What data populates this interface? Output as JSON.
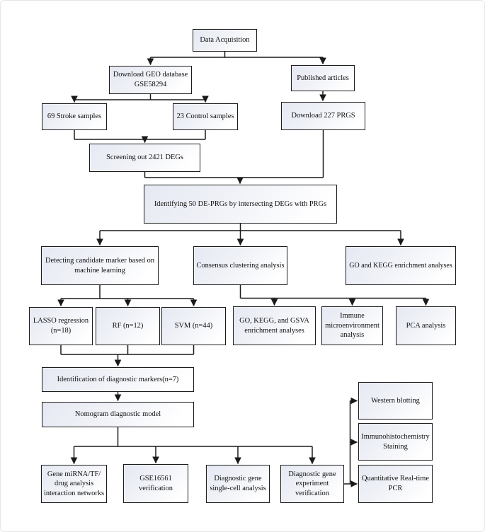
{
  "diagram": {
    "type": "flowchart",
    "colors": {
      "line": "#1a1a1a",
      "box_border": "#1c1c1c",
      "box_fill_top": "#e6e9f2",
      "box_fill_bottom": "#ffffff",
      "background": "#ffffff",
      "frame_border": "#e6e6e6",
      "text": "#111111"
    },
    "nodes": [
      {
        "id": "data-acquisition",
        "label": "Data Acquisition"
      },
      {
        "id": "geo-database",
        "label": "Download GEO database\nGSE58294"
      },
      {
        "id": "published-articles",
        "label": "Published articles"
      },
      {
        "id": "stroke-samples",
        "label": "69 Stroke samples"
      },
      {
        "id": "control-samples",
        "label": "23 Control samples"
      },
      {
        "id": "download-prgs",
        "label": "Download 227 PRGS"
      },
      {
        "id": "screening-degs",
        "label": "Screening out 2421 DEGs"
      },
      {
        "id": "identifying-de-prgs",
        "label": "Identifying 50 DE-PRGs by intersecting DEGs with PRGs"
      },
      {
        "id": "detecting-candidate-marker",
        "label": "Detecting candidate marker based on\nmachine learning"
      },
      {
        "id": "consensus-clustering",
        "label": "Consensus clustering analysis"
      },
      {
        "id": "go-kegg-enrichment",
        "label": "GO and KEGG enrichment analyses"
      },
      {
        "id": "lasso-regression",
        "label": "LASSO regression\n(n=18)"
      },
      {
        "id": "rf",
        "label": "RF (n=12)"
      },
      {
        "id": "svm",
        "label": "SVM (n=44)"
      },
      {
        "id": "go-kegg-gsva",
        "label": "GO, KEGG, and GSVA\nenrichment analyses"
      },
      {
        "id": "immune-microenvironment",
        "label": "Immune\nmicroenvironment\nanalysis"
      },
      {
        "id": "pca-analysis",
        "label": "PCA analysis"
      },
      {
        "id": "identification-markers",
        "label": "Identification of diagnostic markers(n=7)"
      },
      {
        "id": "nomogram-model",
        "label": "Nomogram diagnostic model"
      },
      {
        "id": "gene-mirna-networks",
        "label": "Gene miRNA/TF/\ndrug analysis\ninteraction networks"
      },
      {
        "id": "gse16561-verification",
        "label": "GSE16561\nverification"
      },
      {
        "id": "single-cell-analysis",
        "label": "Diagnostic gene\nsingle-cell analysis"
      },
      {
        "id": "experiment-verification",
        "label": "Diagnostic gene\nexperiment\nverification"
      },
      {
        "id": "western-blotting",
        "label": "Western blotting"
      },
      {
        "id": "ihc-staining",
        "label": "Immunohistochemistry\nStaining"
      },
      {
        "id": "qrt-pcr",
        "label": "Quantitative Real-time\nPCR"
      }
    ],
    "edges": [
      [
        "data-acquisition",
        "geo-database"
      ],
      [
        "data-acquisition",
        "published-articles"
      ],
      [
        "geo-database",
        "stroke-samples"
      ],
      [
        "geo-database",
        "control-samples"
      ],
      [
        "published-articles",
        "download-prgs"
      ],
      [
        "stroke-samples",
        "screening-degs"
      ],
      [
        "control-samples",
        "screening-degs"
      ],
      [
        "screening-degs",
        "identifying-de-prgs"
      ],
      [
        "download-prgs",
        "identifying-de-prgs"
      ],
      [
        "identifying-de-prgs",
        "detecting-candidate-marker"
      ],
      [
        "identifying-de-prgs",
        "consensus-clustering"
      ],
      [
        "identifying-de-prgs",
        "go-kegg-enrichment"
      ],
      [
        "detecting-candidate-marker",
        "lasso-regression"
      ],
      [
        "detecting-candidate-marker",
        "rf"
      ],
      [
        "detecting-candidate-marker",
        "svm"
      ],
      [
        "consensus-clustering",
        "go-kegg-gsva"
      ],
      [
        "consensus-clustering",
        "immune-microenvironment"
      ],
      [
        "consensus-clustering",
        "pca-analysis"
      ],
      [
        "lasso-regression",
        "identification-markers"
      ],
      [
        "rf",
        "identification-markers"
      ],
      [
        "svm",
        "identification-markers"
      ],
      [
        "identification-markers",
        "nomogram-model"
      ],
      [
        "nomogram-model",
        "gene-mirna-networks"
      ],
      [
        "nomogram-model",
        "gse16561-verification"
      ],
      [
        "nomogram-model",
        "single-cell-analysis"
      ],
      [
        "nomogram-model",
        "experiment-verification"
      ],
      [
        "experiment-verification",
        "western-blotting"
      ],
      [
        "experiment-verification",
        "ihc-staining"
      ],
      [
        "experiment-verification",
        "qrt-pcr"
      ]
    ]
  }
}
